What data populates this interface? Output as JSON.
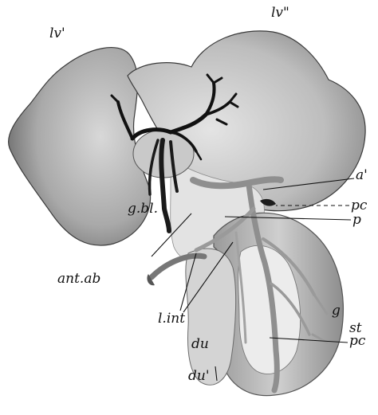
{
  "figure": {
    "labels": {
      "lv1": "lv'",
      "lv2": "lv\"",
      "a1": "a'",
      "pc_upper": "pc",
      "p": "p",
      "gbl": "g.bl.",
      "ant_ab": "ant.ab",
      "l_int": "l.int",
      "g": "g",
      "du": "du",
      "st": "st",
      "du1": "du'",
      "pc_lower": "pc"
    }
  }
}
